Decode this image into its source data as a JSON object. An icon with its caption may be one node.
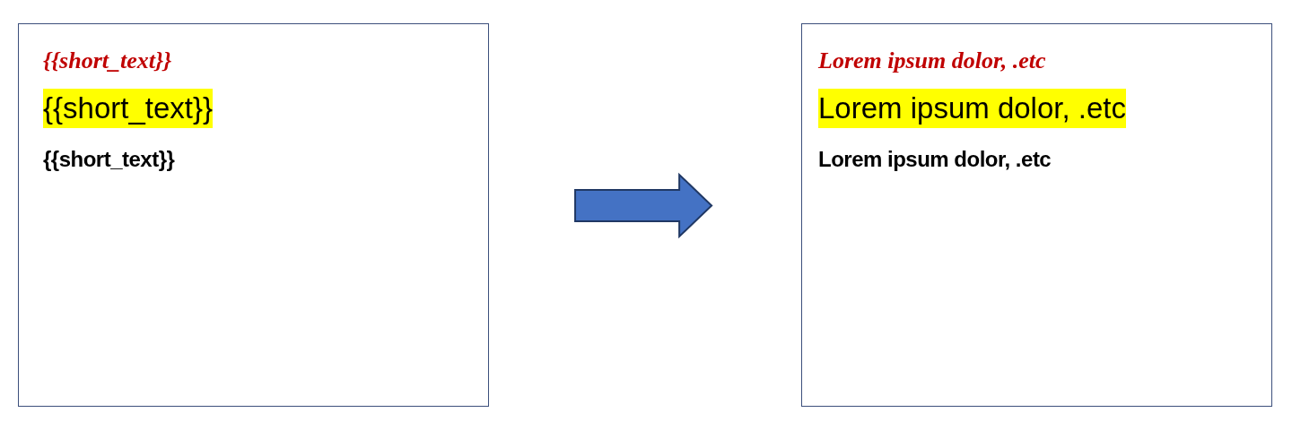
{
  "diagram": {
    "nodes": [
      {
        "text": [
          "{{short_text}}",
          "{{short_text}}",
          "{{short_text}}"
        ]
      },
      {
        "text": [
          "Lorem ipsum dolor, .etc",
          "Lorem ipsum dolor, .etc",
          "Lorem ipsum dolor, .etc"
        ]
      }
    ],
    "edges": [
      {
        "from": 0,
        "to": 1,
        "arrow": "to"
      }
    ]
  }
}
